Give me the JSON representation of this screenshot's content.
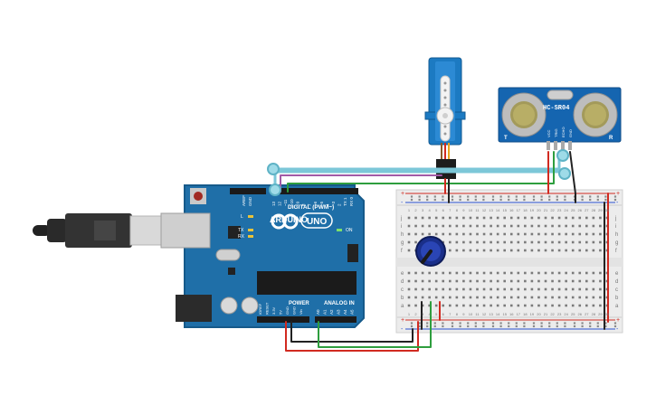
{
  "arduino": {
    "brand": "ARDUINO",
    "model": "UNO",
    "digital_label": "DIGITAL (PWM~)",
    "power_label": "POWER",
    "analog_label": "ANALOG IN",
    "on_label": "ON",
    "l_label": "L",
    "tx_label": "TX",
    "rx_label": "RX",
    "aref_label": "AREF",
    "gnd_label": "GND",
    "digital_pins": [
      "13",
      "12",
      "~11",
      "~10",
      "~9",
      "8",
      "7",
      "~6",
      "~5",
      "4",
      "~3",
      "2",
      "TX 1",
      "RX 0"
    ],
    "power_pins": [
      "IOREF",
      "RESET",
      "3.3V",
      "5V",
      "GND",
      "GND",
      "Vin"
    ],
    "analog_pins": [
      "A0",
      "A1",
      "A2",
      "A3",
      "A4",
      "A5"
    ]
  },
  "ultrasonic": {
    "model": "HC-SR04",
    "t_label": "T",
    "r_label": "R",
    "pins": [
      "VCC",
      "TRIG",
      "ECHO",
      "GND"
    ]
  },
  "breadboard": {
    "row_letters_top": [
      "j",
      "i",
      "h",
      "g",
      "f"
    ],
    "row_letters_bottom": [
      "e",
      "d",
      "c",
      "b",
      "a"
    ],
    "columns": [
      "1",
      "2",
      "3",
      "4",
      "5",
      "6",
      "7",
      "8",
      "9",
      "10",
      "11",
      "12",
      "13",
      "14",
      "15",
      "16",
      "17",
      "18",
      "19",
      "20",
      "21",
      "22",
      "23",
      "24",
      "25",
      "26",
      "27",
      "28",
      "29",
      "30"
    ],
    "plus": "+",
    "minus": "-"
  },
  "colors": {
    "board": "#1f6fa8",
    "servo": "#1c7ac2",
    "sensor": "#1565b0",
    "wire_red": "#d12a20",
    "wire_green": "#2e9e3e",
    "wire_black": "#222222",
    "wire_purple": "#a15aa6",
    "wire_teal": "#7cc7d8"
  }
}
